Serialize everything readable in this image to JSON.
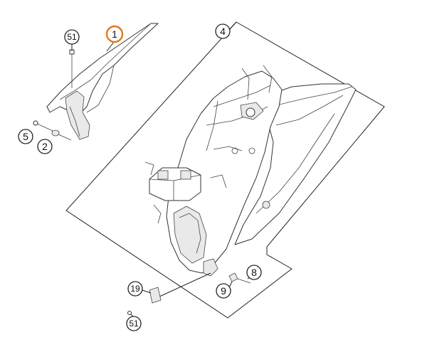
{
  "diagram": {
    "callouts": [
      {
        "id": "c1",
        "label": "1",
        "highlight": true
      },
      {
        "id": "c51a",
        "label": "51",
        "highlight": false
      },
      {
        "id": "c4",
        "label": "4",
        "highlight": false
      },
      {
        "id": "c5",
        "label": "5",
        "highlight": false
      },
      {
        "id": "c2",
        "label": "2",
        "highlight": false
      },
      {
        "id": "c8",
        "label": "8",
        "highlight": false
      },
      {
        "id": "c9",
        "label": "9",
        "highlight": false
      },
      {
        "id": "c19",
        "label": "19",
        "highlight": false
      },
      {
        "id": "c51b",
        "label": "51",
        "highlight": false
      }
    ],
    "colors": {
      "highlight_ring": "#e07a1f",
      "line": "#222222",
      "part_fill": "#ffffff",
      "part_shade": "#e9e9e9"
    }
  }
}
